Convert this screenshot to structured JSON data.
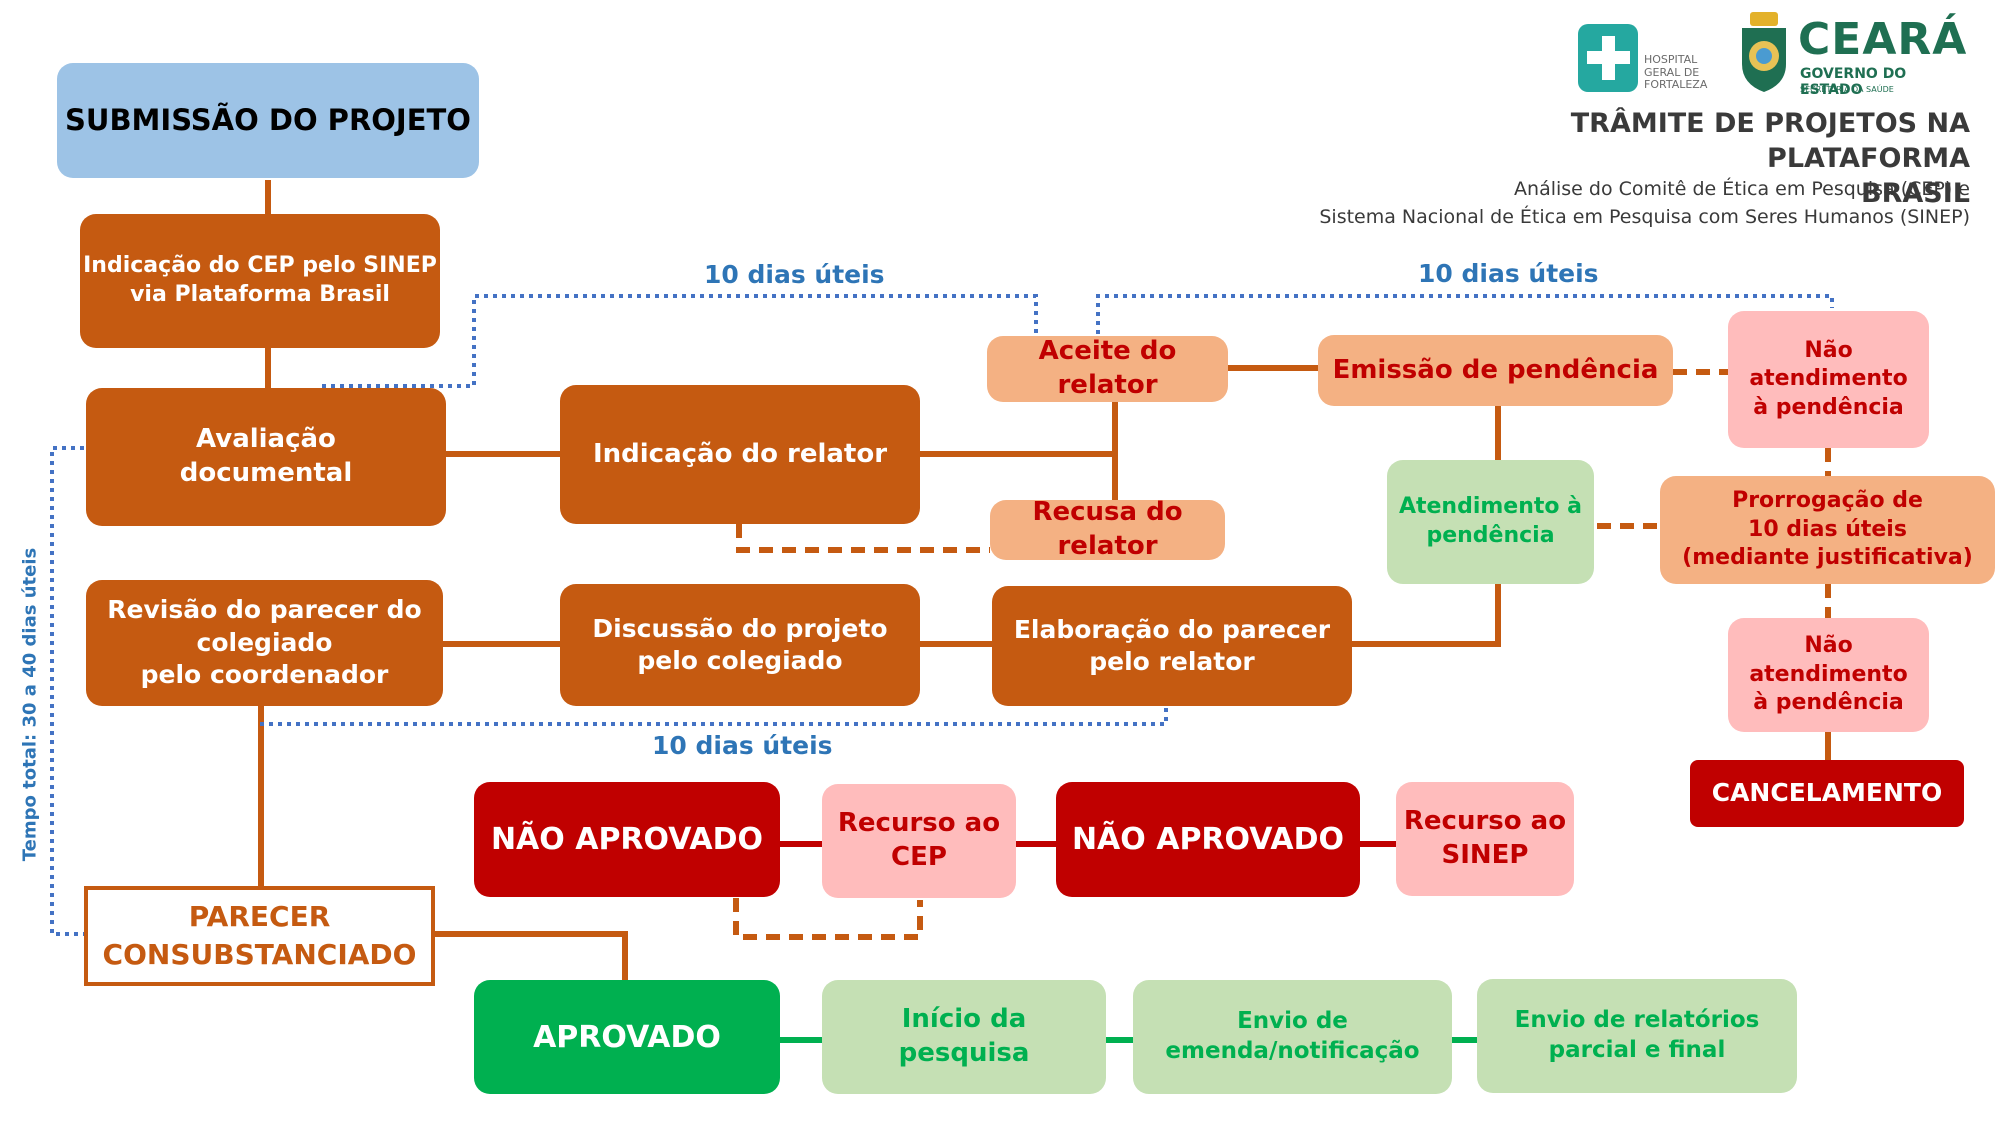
{
  "header": {
    "title": "TRÂMITE DE PROJETOS NA PLATAFORMA\nBRASIL",
    "subtitle": "Análise do Comitê de Ética em Pesquisa (CEP) e\nSistema Nacional de Ética em Pesquisa com Seres Humanos (SINEP)",
    "logo_hgf_text": "HOSPITAL\nGERAL DE\nFORTALEZA",
    "logo_ce_name": "CEARÁ",
    "logo_ce_gov": "GOVERNO DO ESTADO",
    "logo_ce_sec": "SECRETARIA DA SAÚDE"
  },
  "labels": {
    "dias_top_left": "10 dias úteis",
    "dias_top_right": "10 dias úteis",
    "dias_bottom": "10 dias úteis",
    "tempo_total": "Tempo total: 30 a 40 dias úteis"
  },
  "nodes": {
    "submissao": "SUBMISSÃO DO PROJETO",
    "indicacao_cep": "Indicação do CEP pelo SINEP\nvia Plataforma Brasil",
    "avaliacao": "Avaliação\ndocumental",
    "indicacao_relator": "Indicação do relator",
    "aceite_relator": "Aceite do relator",
    "recusa_relator": "Recusa do relator",
    "emissao_pendencia": "Emissão de pendência",
    "nao_atend_1": "Não\natendimento\nà pendência",
    "atendimento": "Atendimento à\npendência",
    "prorrogacao": "Prorrogação de\n10 dias  úteis\n(mediante justificativa)",
    "nao_atend_2": "Não\natendimento\nà pendência",
    "cancelamento": "CANCELAMENTO",
    "revisao": "Revisão do parecer do\ncolegiado\npelo coordenador",
    "discussao": "Discussão do projeto\npelo colegiado",
    "elaboracao": "Elaboração do parecer\npelo relator",
    "parecer": "PARECER\nCONSUBSTANCIADO",
    "nao_aprovado_1": "NÃO APROVADO",
    "recurso_cep": "Recurso ao\nCEP",
    "nao_aprovado_2": "NÃO APROVADO",
    "recurso_sinep": "Recurso ao\nSINEP",
    "aprovado": "APROVADO",
    "inicio": "Início da\npesquisa",
    "emenda": "Envio de\nemenda/notificação",
    "relatorios": "Envio de relatórios\nparcial e final"
  },
  "colors": {
    "orange": "#c55a11",
    "peach": "#f4b183",
    "pink": "#ffbcbc",
    "dark_red": "#c00000",
    "green": "#00b050",
    "light_green": "#c5e0b4",
    "blue_box": "#9dc3e6",
    "blue_dotted": "#2e75b6"
  }
}
